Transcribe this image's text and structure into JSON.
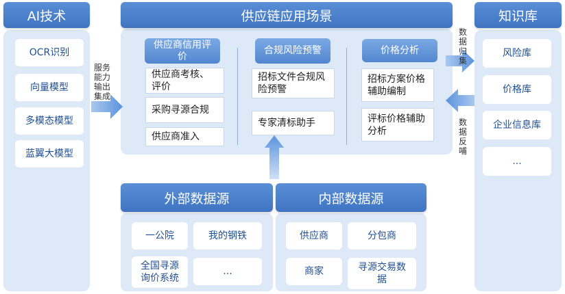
{
  "ai_tech": {
    "title": "AI技术",
    "items": [
      "OCR识别",
      "向量模型",
      "多模态模型",
      "蓝翼大模型"
    ]
  },
  "scenarios": {
    "title": "供应链应用场景",
    "columns": [
      {
        "header": "供应商信用评价",
        "items": [
          "供应商考核、评价",
          "采购寻源合规",
          "供应商准入"
        ]
      },
      {
        "header": "合规风险预警",
        "items": [
          "招标文件合规风险预警",
          "专家清标助手"
        ]
      },
      {
        "header": "价格分析",
        "items": [
          "招标方案价格辅助编制",
          "评标价格辅助分析"
        ]
      }
    ]
  },
  "knowledge": {
    "title": "知识库",
    "items": [
      "风险库",
      "价格库",
      "企业信息库",
      "..."
    ]
  },
  "external": {
    "title": "外部数据源",
    "items": [
      "一公院",
      "我的钢铁",
      "全国寻源询价系统",
      "..."
    ]
  },
  "internal": {
    "title": "内部数据源",
    "items": [
      "供应商",
      "分包商",
      "商家",
      "寻源交易数据"
    ]
  },
  "arrows": {
    "service_label": "服务能力输出集成",
    "collect_label": "数据归集",
    "feedback_label": "数据反哺"
  }
}
